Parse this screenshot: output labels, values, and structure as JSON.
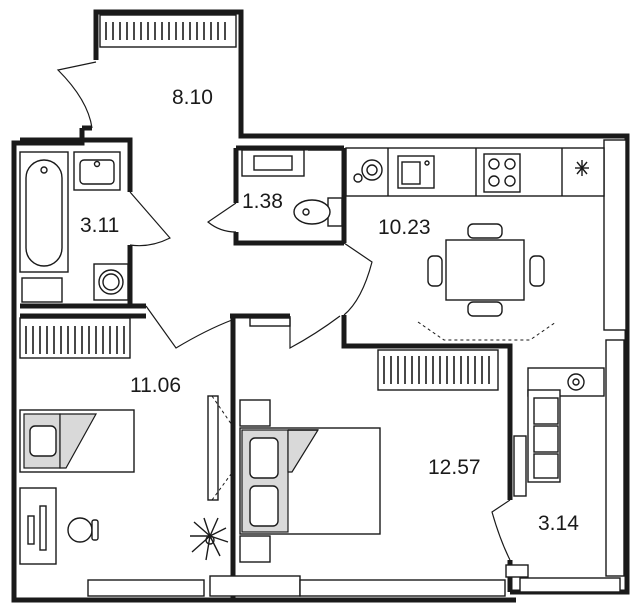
{
  "floor_plan": {
    "rooms": [
      {
        "id": "hallway",
        "area": "8.10"
      },
      {
        "id": "bathroom",
        "area": "3.11"
      },
      {
        "id": "wc",
        "area": "1.38"
      },
      {
        "id": "kitchen",
        "area": "10.23"
      },
      {
        "id": "room-1",
        "area": "11.06"
      },
      {
        "id": "room-2",
        "area": "12.57"
      },
      {
        "id": "balcony",
        "area": "3.14"
      }
    ],
    "colors": {
      "wall": "#1a1a1a",
      "furniture_fill": "#d9d9d9",
      "background": "#ffffff"
    },
    "icons": [
      "bathtub-icon",
      "sink-icon",
      "washing-machine-icon",
      "toilet-icon",
      "stove-icon",
      "fridge-icon",
      "dining-table-icon",
      "bed-icon",
      "desk-icon",
      "plant-icon",
      "armchair-icon",
      "radiator-icon"
    ]
  }
}
